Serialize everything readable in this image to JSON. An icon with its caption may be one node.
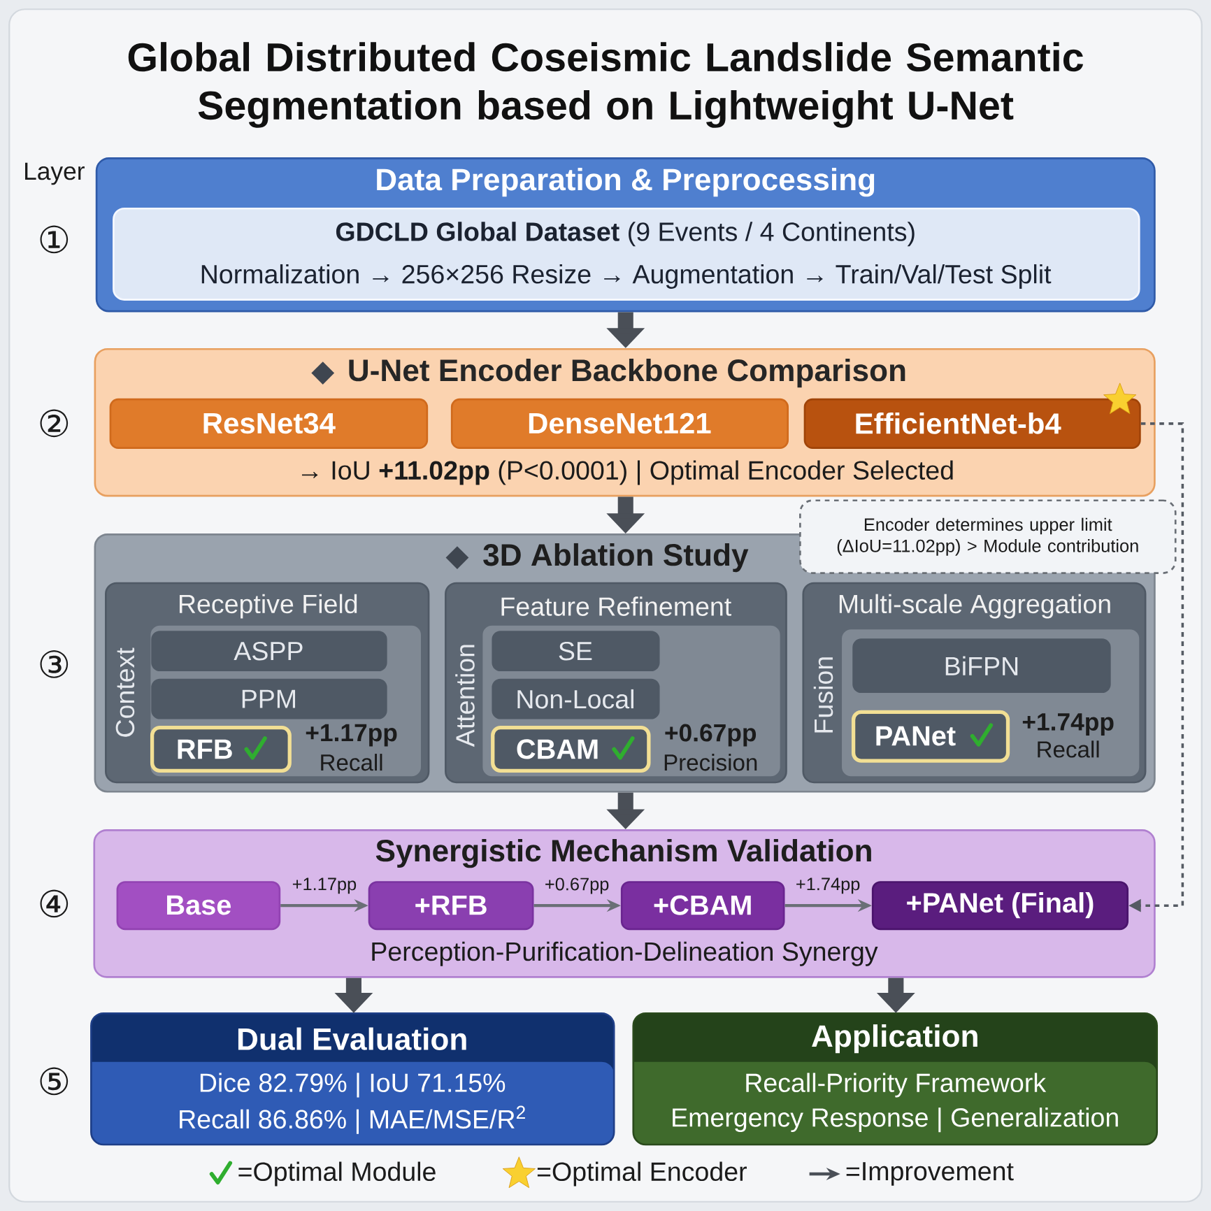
{
  "diagram": {
    "title": "Global Distributed Coseismic Landslide Semantic Segmentation based on Lightweight U-Net",
    "nodes": [
      {
        "text": [
          "Data Preparation & Preprocessing"
        ]
      },
      {
        "text": [
          "**GDCLD Global Dataset** (9 Events / 4 Continents)",
          "Normalization → 256×256 Resize → Augmentation → Train/Val/Test Split"
        ],
        "in": 0
      },
      {
        "text": [
          "U-Net Encoder Backbone Comparison",
          "→ IoU **+11.02pp** (P<0.0001) | Optimal Encoder Selected"
        ]
      },
      {
        "text": [
          "ResNet34"
        ],
        "in": 2
      },
      {
        "text": [
          "DenseNet121"
        ],
        "in": 2
      },
      {
        "text": [
          "EfficientNet-b4"
        ],
        "in": 2
      },
      {
        "text": [
          "Encoder determines upper limit (ΔIoU=11.02pp) > Module contribution"
        ]
      },
      {
        "text": [
          "3D Ablation Study"
        ]
      },
      {
        "text": [
          "Receptive Field",
          "Context"
        ],
        "in": 7
      },
      {
        "text": [
          "ASPP"
        ],
        "in": 8
      },
      {
        "text": [
          "PPM"
        ],
        "in": 8
      },
      {
        "text": [
          "RFB"
        ],
        "in": 8,
        "beside": [
          "+1.17pp",
          "Recall"
        ]
      },
      {
        "text": [
          "Feature Refinement",
          "Attention"
        ],
        "in": 7
      },
      {
        "text": [
          "SE"
        ],
        "in": 12
      },
      {
        "text": [
          "Non-Local"
        ],
        "in": 12
      },
      {
        "text": [
          "CBAM"
        ],
        "in": 12,
        "beside": [
          "+0.67pp",
          "Precision"
        ]
      },
      {
        "text": [
          "Multi-scale Aggregation",
          "Fusion"
        ],
        "in": 7
      },
      {
        "text": [
          "BiFPN"
        ],
        "in": 16
      },
      {
        "text": [
          "PANet"
        ],
        "in": 16,
        "beside": [
          "+1.74pp",
          "Recall"
        ]
      },
      {
        "text": [
          "Synergistic Mechanism Validation",
          "Perception-Purification-Delineation Synergy"
        ]
      },
      {
        "text": [
          "Base"
        ],
        "in": 19
      },
      {
        "text": [
          "+RFB"
        ],
        "in": 19
      },
      {
        "text": [
          "+CBAM"
        ],
        "in": 19
      },
      {
        "text": [
          "+PANet (Final)"
        ],
        "in": 19
      },
      {
        "text": [
          "Dual Evaluation",
          "Dice 82.79% | IoU 71.15%",
          "Recall 86.86% | MAE/MSE/R$^{2}$"
        ]
      },
      {
        "text": [
          "Application",
          "Recall-Priority Framework",
          "Emergency Response | Generalization"
        ]
      }
    ],
    "edges": [
      {
        "from": 0,
        "to": 2,
        "arrow": "to"
      },
      {
        "from": 2,
        "to": 7,
        "arrow": "to"
      },
      {
        "from": 7,
        "to": 19,
        "arrow": "to"
      },
      {
        "from": 19,
        "to": 24,
        "arrow": "to"
      },
      {
        "from": 19,
        "to": 25,
        "arrow": "to"
      },
      {
        "from": 20,
        "to": 21,
        "arrow": "to",
        "label": "+1.17pp"
      },
      {
        "from": 21,
        "to": 22,
        "arrow": "to",
        "label": "+0.67pp"
      },
      {
        "from": 22,
        "to": 23,
        "arrow": "to",
        "label": "+1.74pp"
      },
      {
        "from": 5,
        "to": 23,
        "arrow": "to",
        "style": "dashed"
      }
    ],
    "labels": [
      "Layer",
      "①",
      "②",
      "③",
      "④",
      "⑤"
    ],
    "legend": [
      {
        "text": "=Optimal Module"
      },
      {
        "text": "=Optimal Encoder"
      },
      {
        "text": "=Improvement"
      }
    ]
  }
}
